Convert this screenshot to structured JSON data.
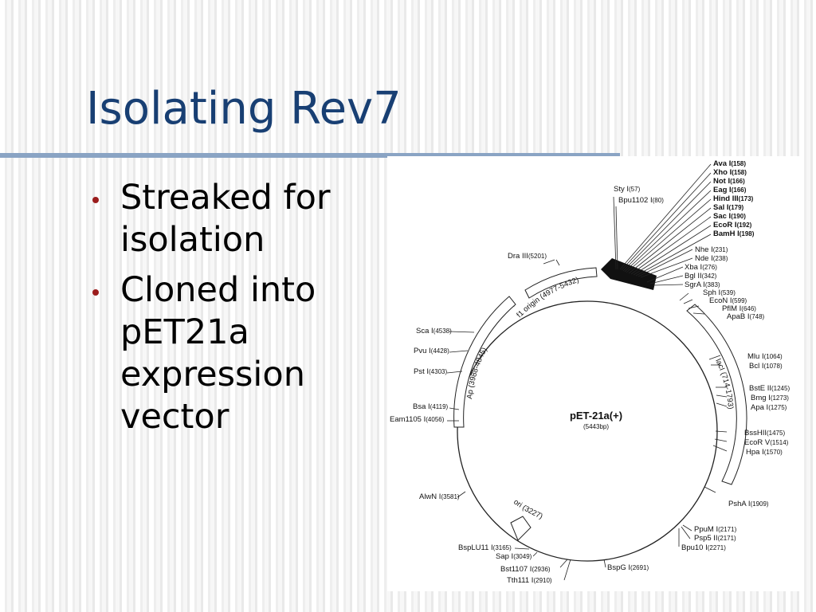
{
  "slide": {
    "title": "Isolating Rev7",
    "bullets": [
      "Streaked for isolation",
      "Cloned into pET21a expression vector"
    ]
  },
  "plasmid": {
    "name": "pET-21a(+)",
    "size": "(5443bp)",
    "features": {
      "f1": "f1 origin (4977-5432)",
      "ap": "Ap (3988-4845)",
      "laci": "lacI (714-1793)",
      "ori": "ori (3227)"
    },
    "sites": {
      "sty": [
        "Sty I",
        "(57)"
      ],
      "bpu1102": [
        "Bpu1102 I",
        "(80)"
      ],
      "ava": [
        "Ava I",
        "(158)"
      ],
      "xho": [
        "Xho I",
        "(158)"
      ],
      "not": [
        "Not I",
        "(166)"
      ],
      "eag": [
        "Eag I",
        "(166)"
      ],
      "hind": [
        "Hind III",
        "(173)"
      ],
      "sal": [
        "Sal I",
        "(179)"
      ],
      "sac": [
        "Sac I",
        "(190)"
      ],
      "ecor": [
        "EcoR I",
        "(192)"
      ],
      "bamh": [
        "BamH I",
        "(198)"
      ],
      "nhe": [
        "Nhe I",
        "(231)"
      ],
      "nde": [
        "Nde I",
        "(238)"
      ],
      "xba": [
        "Xba I",
        "(276)"
      ],
      "bgl": [
        "Bgl II",
        "(342)"
      ],
      "sgra": [
        "SgrA I",
        "(383)"
      ],
      "sph": [
        "Sph I",
        "(539)"
      ],
      "econ": [
        "EcoN I",
        "(599)"
      ],
      "pflm": [
        "PflM I",
        "(646)"
      ],
      "apab": [
        "ApaB I",
        "(748)"
      ],
      "mlu": [
        "Mlu I",
        "(1064)"
      ],
      "bcl": [
        "Bcl I",
        "(1078)"
      ],
      "bste": [
        "BstE II",
        "(1245)"
      ],
      "bmg": [
        "Bmg I",
        "(1273)"
      ],
      "apa": [
        "Apa I",
        "(1275)"
      ],
      "bsshii": [
        "BssHII",
        "(1475)"
      ],
      "ecorv": [
        "EcoR V",
        "(1514)"
      ],
      "hpa": [
        "Hpa I",
        "(1570)"
      ],
      "psha": [
        "PshA I",
        "(1909)"
      ],
      "ppum": [
        "PpuM I",
        "(2171)"
      ],
      "psp5": [
        "Psp5 II",
        "(2171)"
      ],
      "bpu10": [
        "Bpu10 I",
        "(2271)"
      ],
      "bspg": [
        "BspG I",
        "(2691)"
      ],
      "bst1107": [
        "Bst1107 I",
        "(2936)"
      ],
      "tth111": [
        "Tth111 I",
        "(2910)"
      ],
      "sap": [
        "Sap I",
        "(3049)"
      ],
      "bsplu11": [
        "BspLU11 I",
        "(3165)"
      ],
      "alwn": [
        "AlwN I",
        "(3581)"
      ],
      "eam1105": [
        "Eam1105 I",
        "(4056)"
      ],
      "bsa": [
        "Bsa I",
        "(4119)"
      ],
      "pst": [
        "Pst I",
        "(4303)"
      ],
      "pvu": [
        "Pvu I",
        "(4428)"
      ],
      "sca": [
        "Sca I",
        "(4538)"
      ],
      "dra": [
        "Dra III",
        "(5201)"
      ]
    }
  }
}
